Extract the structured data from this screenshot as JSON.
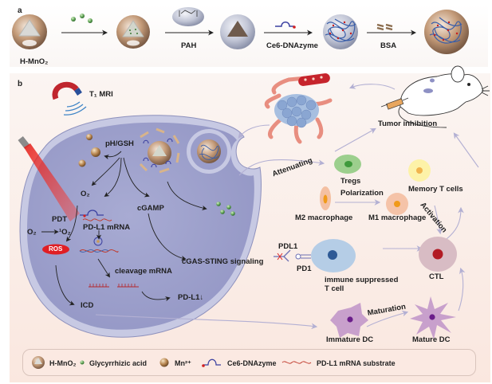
{
  "panel_a": {
    "letter": "a",
    "steps": [
      {
        "particle": "H-MnO2",
        "label": "H-MnO₂"
      },
      {
        "arrow_label": "",
        "reagent_icon": "glycyrrhizic-acid-beads"
      },
      {
        "arrow_label": "PAH",
        "reagent_icon": "pah-polymer"
      },
      {
        "arrow_label": "Ce6-DNAzyme",
        "reagent_icon": "ce6-dnazyme"
      },
      {
        "arrow_label": "BSA",
        "reagent_icon": "bsa-protein"
      }
    ],
    "pah_structure_text": "NH3Cl"
  },
  "panel_b": {
    "letter": "b",
    "mri_label": "T₁ MRI",
    "cell_labels": {
      "ph_gsh": "pH/GSH",
      "o2": "O₂",
      "pd_l1_mrna": "PD-L1 mRNA",
      "cgamp": "cGAMP",
      "pdt": "PDT",
      "o2_to": "O₂",
      "singlet_o2": "¹O₂",
      "ros": "ROS",
      "cleavage": "cleavage mRNA",
      "cgas": "cGAS-STING signaling",
      "icd": "ICD",
      "pdl1_down": "PD-L1↓"
    },
    "immune_labels": {
      "tumor_inhibition": "Tumor inhibition",
      "attenuating": "Attenuating",
      "tregs": "Tregs",
      "memory_t": "Memory T cells",
      "polarization": "Polarization",
      "m2": "M2 macrophage",
      "m1": "M1 macrophage",
      "activation": "Activation",
      "pdl1": "PDL1",
      "pd1": "PD1",
      "suppressed_t_1": "immune suppressed",
      "suppressed_t_2": "T cell",
      "ctl": "CTL",
      "maturation": "Maturation",
      "immature_dc": "Immature DC",
      "mature_dc": "Mature DC"
    }
  },
  "legend": [
    {
      "icon": "h-mno2-icon",
      "label": "H-MnO₂"
    },
    {
      "icon": "glycyrrhizic-acid-icon",
      "label": "Glycyrrhizic acid"
    },
    {
      "icon": "mn2-ion-icon",
      "label": "Mn²⁺"
    },
    {
      "icon": "ce6-dnazyme-icon",
      "label": "Ce6-DNAzyme"
    },
    {
      "icon": "pd-l1-mrna-substrate-icon",
      "label": "PD-L1 mRNA substrate"
    }
  ],
  "colors": {
    "cell_body": "#a3a6cf",
    "cell_membrane": "#c9cbe4",
    "ros": "#e01e24",
    "laser": "#e3201b",
    "dnazyme": "#3a3fa0",
    "mn_ion": "#b7854f",
    "background_b": "#fbeee8",
    "arrow_light": "#b9b6d6"
  }
}
